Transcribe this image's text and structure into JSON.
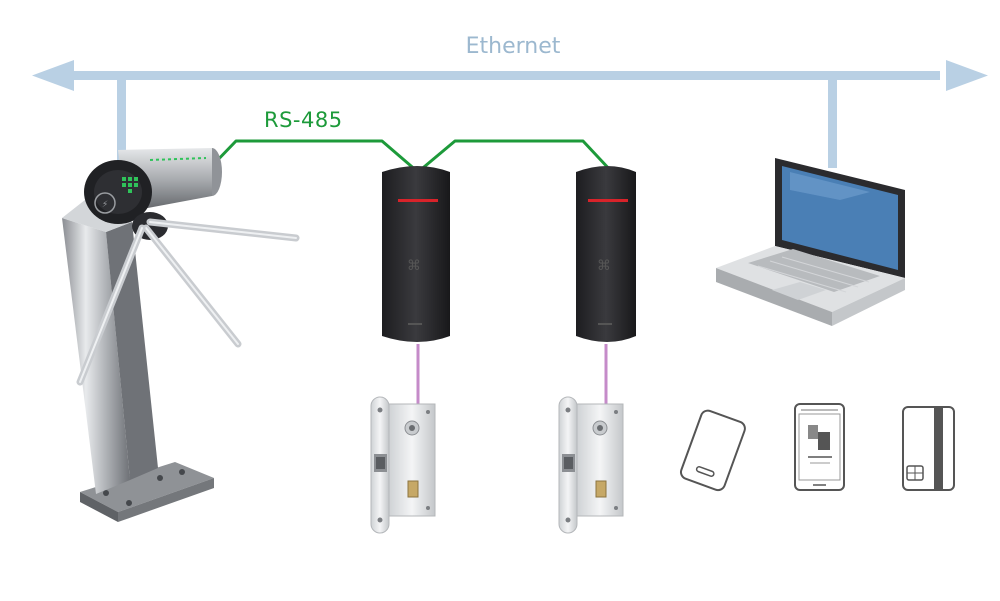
{
  "labels": {
    "ethernet": "Ethernet",
    "rs485": "RS-485"
  },
  "colors": {
    "ethernet_line": "#b9d0e4",
    "rs485_line": "#1d9a3a",
    "lock_wire": "#c58bc9",
    "reader_body": "#2b2b2e",
    "reader_led": "#d8232a",
    "laptop_screen": "#4a7fb5"
  },
  "icons": {
    "turnstile": "tripod-turnstile",
    "reader": "rfid-reader",
    "lock": "mortise-lock",
    "laptop": "laptop",
    "card": "proximity-card",
    "phone": "smartphone",
    "smartcard": "smart-card"
  }
}
